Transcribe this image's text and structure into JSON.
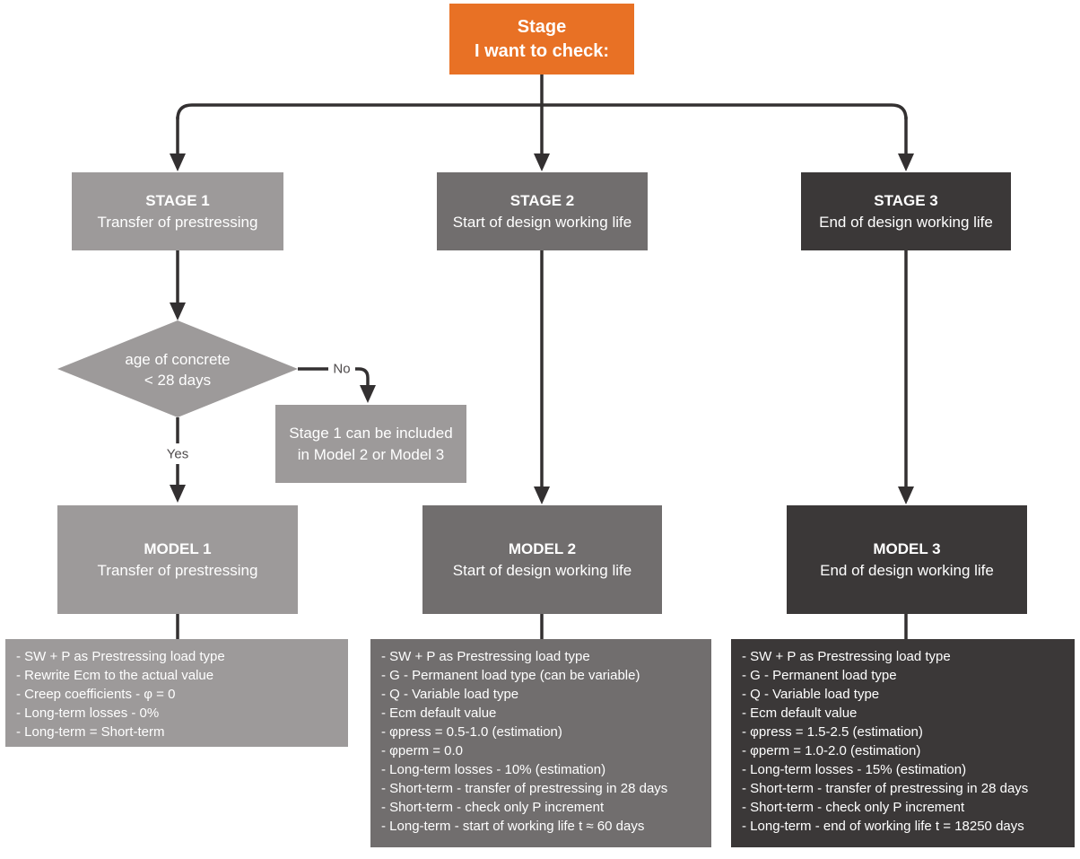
{
  "colors": {
    "orange": "#E87125",
    "gray_light": "#9D9A9A",
    "gray_medium": "#716E6E",
    "gray_dark": "#3B3838",
    "connector": "#333031",
    "label_text": "#4F4B4C",
    "box_text": "#FFFFFF"
  },
  "start": {
    "line1": "Stage",
    "line2": "I want to check:"
  },
  "stages": [
    {
      "title": "STAGE 1",
      "subtitle": "Transfer of prestressing"
    },
    {
      "title": "STAGE 2",
      "subtitle": "Start of design working life"
    },
    {
      "title": "STAGE 3",
      "subtitle": "End of design working life"
    }
  ],
  "decision": {
    "line1": "age of concrete",
    "line2": "< 28 days",
    "yes_label": "Yes",
    "no_label": "No"
  },
  "no_result": {
    "line1": "Stage 1 can be included",
    "line2": "in Model 2 or Model 3"
  },
  "models": [
    {
      "title": "MODEL 1",
      "subtitle": "Transfer of prestressing",
      "details": [
        "- SW + P as Prestressing load type",
        "- Rewrite Ecm to the actual value",
        "- Creep coefficients - φ = 0",
        "- Long-term losses - 0%",
        "- Long-term = Short-term"
      ]
    },
    {
      "title": "MODEL 2",
      "subtitle": "Start of design working life",
      "details": [
        "- SW + P as Prestressing load type",
        "- G - Permanent load type (can be variable)",
        "- Q - Variable load type",
        "- Ecm default value",
        "- φpress = 0.5-1.0 (estimation)",
        "- φperm = 0.0",
        "- Long-term losses - 10% (estimation)",
        "- Short-term - transfer of prestressing in 28 days",
        "- Short-term - check only P increment",
        "- Long-term - start of working life t ≈ 60 days"
      ]
    },
    {
      "title": "MODEL 3",
      "subtitle": "End of design working life",
      "details": [
        "- SW + P as Prestressing load type",
        "- G - Permanent load type",
        "- Q - Variable load type",
        "- Ecm default value",
        "- φpress = 1.5-2.5 (estimation)",
        "- φperm = 1.0-2.0 (estimation)",
        "- Long-term losses - 15% (estimation)",
        "- Short-term - transfer of prestressing in 28 days",
        "- Short-term - check only P increment",
        "- Long-term - end of working life t = 18250 days"
      ]
    }
  ]
}
